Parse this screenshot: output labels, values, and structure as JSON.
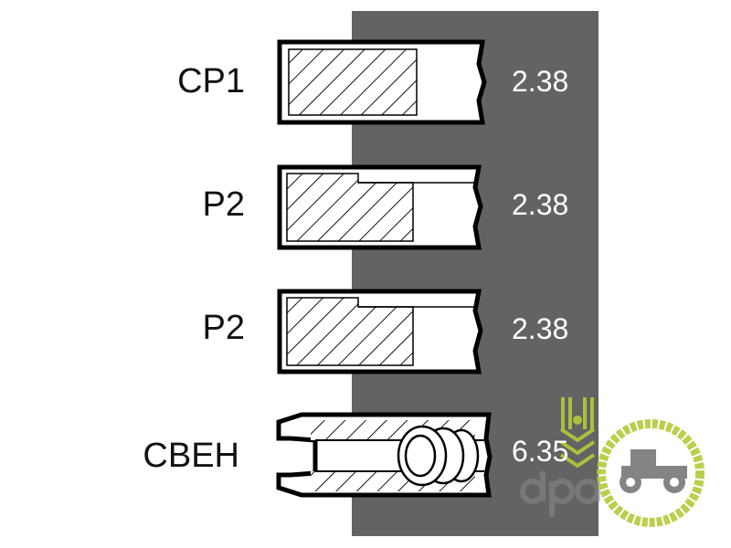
{
  "rings": [
    {
      "name": "CP1",
      "thickness": "2.38",
      "type": "compression-taper"
    },
    {
      "name": "P2",
      "thickness": "2.38",
      "type": "scraper"
    },
    {
      "name": "P2",
      "thickness": "2.38",
      "type": "scraper"
    },
    {
      "name": "CBEH",
      "thickness": "6.35",
      "type": "oil-control-with-expander"
    }
  ],
  "watermark": {
    "text": "dpa"
  },
  "colors": {
    "panel": "#636363",
    "logo_green": "#b5c93a",
    "logo_gray": "#777777"
  }
}
